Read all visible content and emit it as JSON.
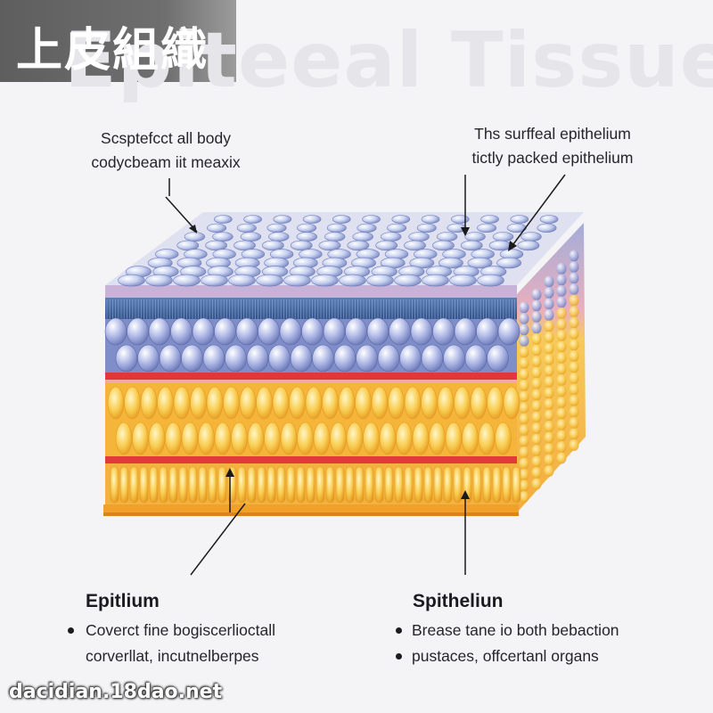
{
  "title": {
    "chinese": "上皮組織",
    "english": "Epiteeal Tissue"
  },
  "callouts": {
    "top_left": [
      "Scsptefcct all body",
      "codycbeam iit meaxix"
    ],
    "top_right": [
      "Ths surffeal epithelium",
      "tictly packed epithelium"
    ]
  },
  "sections": {
    "left": {
      "heading": "Epitlium",
      "bullets": [
        "Coverct fine bogiscerlioctall",
        "corverllat, incutnelberpes"
      ]
    },
    "right": {
      "heading": "Spitheliun",
      "bullets": [
        "Brease tane io both bebaction",
        "pustaces, offcertanl organs"
      ]
    }
  },
  "watermark": "dacidian.18dao.net",
  "colors": {
    "surface_cells": "#b7c3e6",
    "blue_layer": "#4a6fa5",
    "cuboidal_cells": "#8f9ed2",
    "red_membrane": "#e23a3a",
    "yellow_cells": "#f6c84a",
    "orange_base": "#f2a22b"
  }
}
